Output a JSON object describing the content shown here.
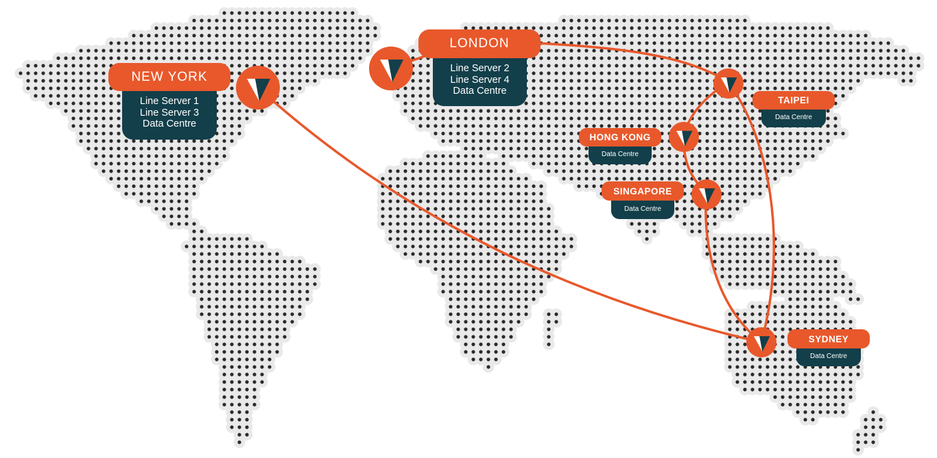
{
  "colors": {
    "accent": "#E8582B",
    "dark": "#123F4A",
    "dot": "#2a2a2a",
    "halo": "#e9e9e9"
  },
  "locations": {
    "new_york": {
      "name": "NEW YORK",
      "lines": [
        "Line Server 1",
        "Line Server 3",
        "Data Centre"
      ]
    },
    "london": {
      "name": "LONDON",
      "lines": [
        "Line Server 2",
        "Line Server 4",
        "Data Centre"
      ]
    },
    "taipei": {
      "name": "TAIPEI",
      "lines": [
        "Data Centre"
      ]
    },
    "hong_kong": {
      "name": "HONG KONG",
      "lines": [
        "Data Centre"
      ]
    },
    "singapore": {
      "name": "SINGAPORE",
      "lines": [
        "Data Centre"
      ]
    },
    "sydney": {
      "name": "SYDNEY",
      "lines": [
        "Data Centre"
      ]
    }
  },
  "node_icon": "v-logo-icon"
}
